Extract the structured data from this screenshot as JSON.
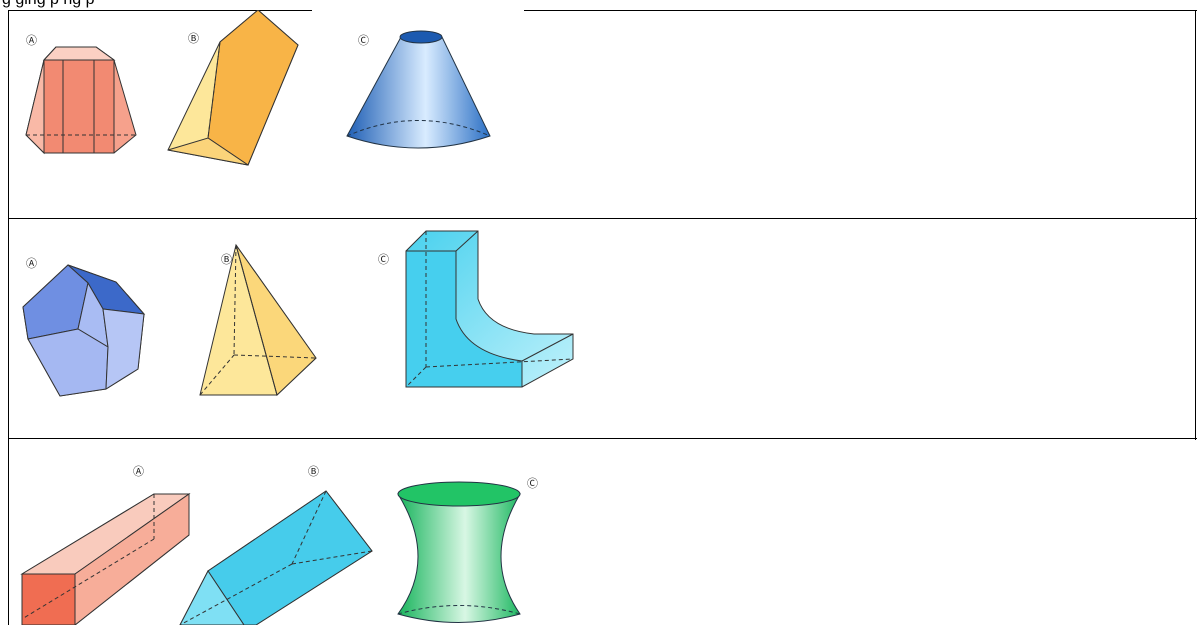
{
  "header": {
    "text": "g                    ging                                  p                    ng     p"
  },
  "rows": [
    {
      "figures": [
        {
          "label": "Ⓐ",
          "name": "hexagonal-frustum"
        },
        {
          "label": "Ⓑ",
          "name": "triangular-prism"
        },
        {
          "label": "Ⓒ",
          "name": "cone-frustum"
        }
      ]
    },
    {
      "figures": [
        {
          "label": "Ⓐ",
          "name": "dodecahedron"
        },
        {
          "label": "Ⓑ",
          "name": "square-pyramid"
        },
        {
          "label": "Ⓒ",
          "name": "curved-l-block"
        }
      ]
    },
    {
      "figures": [
        {
          "label": "Ⓐ",
          "name": "rectangular-prism"
        },
        {
          "label": "Ⓑ",
          "name": "triangular-prism"
        },
        {
          "label": "Ⓒ",
          "name": "hyperboloid"
        }
      ]
    }
  ],
  "colors": {
    "salmon": "#f4917c",
    "yellow": "#fde79a",
    "orange": "#f8b447",
    "blue": "#4a8fd6",
    "periwinkle": "#8fa9ee",
    "cyan": "#52d4ef",
    "green": "#3fd07a"
  }
}
